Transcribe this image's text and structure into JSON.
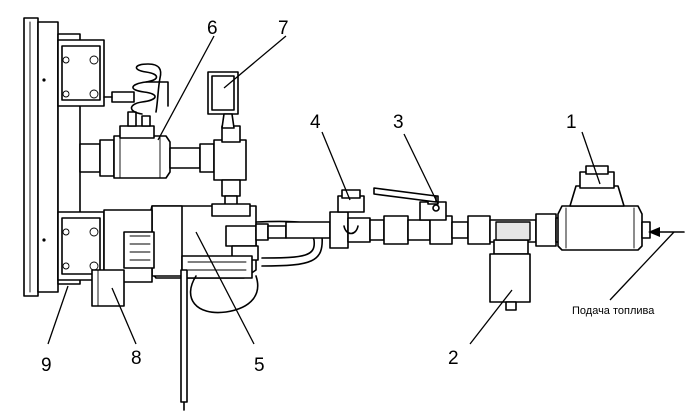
{
  "diagram": {
    "callouts": [
      {
        "id": "1",
        "label": "1"
      },
      {
        "id": "2",
        "label": "2"
      },
      {
        "id": "3",
        "label": "3"
      },
      {
        "id": "4",
        "label": "4"
      },
      {
        "id": "5",
        "label": "5"
      },
      {
        "id": "6",
        "label": "6"
      },
      {
        "id": "7",
        "label": "7"
      },
      {
        "id": "8",
        "label": "8"
      },
      {
        "id": "9",
        "label": "9"
      }
    ],
    "fuel_supply_label": "Подача топлива"
  }
}
